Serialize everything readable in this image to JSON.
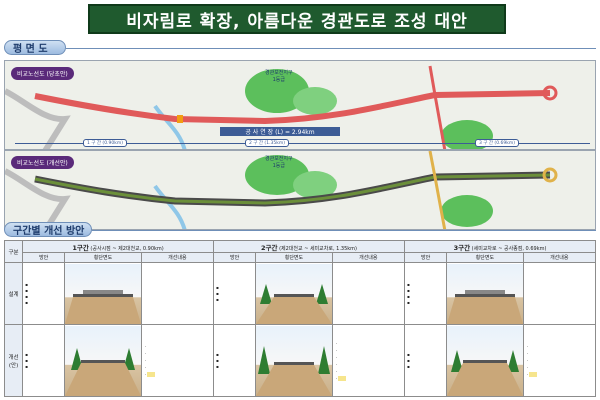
{
  "title": "비자림로 확장, 아름다운 경관도로 조성 대안",
  "plan_section": {
    "heading": "평 면 도",
    "panels": [
      {
        "label": "비교노선도 (당초안)",
        "labels": {
          "park_zone": "경관보전지구",
          "park_grade": "1등급",
          "construction_length": "공 사 연 장 (L) = 2.94km",
          "seg1": "1 구 간 (0.90km)",
          "seg2": "2 구 간 (1.35km)",
          "seg3": "3 구 간 (0.69km)"
        }
      },
      {
        "label": "비교노선도 (개선안)",
        "labels": {
          "park_zone": "경관보전지구",
          "park_grade": "1등급"
        }
      }
    ]
  },
  "improvement_section": {
    "heading": "구간별 개선 방안",
    "table": {
      "col_gubun": "구분",
      "sections": [
        {
          "title": "1구간",
          "sub": "(공사시점 ~ 제2대천교, 0.90km)",
          "col_plan": "방안",
          "col_cross": "횡단면도",
          "col_content": "개선내용"
        },
        {
          "title": "2구간",
          "sub": "(제2대천교 ~ 세미교차로, 1.35km)",
          "col_plan": "방안",
          "col_cross": "횡단면도",
          "col_content": "개선내용"
        },
        {
          "title": "3구간",
          "sub": "(세미교차로 ~ 공사종점, 0.69km)",
          "col_plan": "방안",
          "col_cross": "횡단면도",
          "col_content": "개선내용"
        }
      ],
      "rows": [
        {
          "label": "설계"
        },
        {
          "label": "개선\n(안)"
        }
      ]
    }
  },
  "colors": {
    "banner": "#1f5a2e",
    "road_original": "#e05a5a",
    "road_improved": "#6b8f3a",
    "forest": "#4caa4c",
    "header_blue": "#9dbbe0"
  }
}
